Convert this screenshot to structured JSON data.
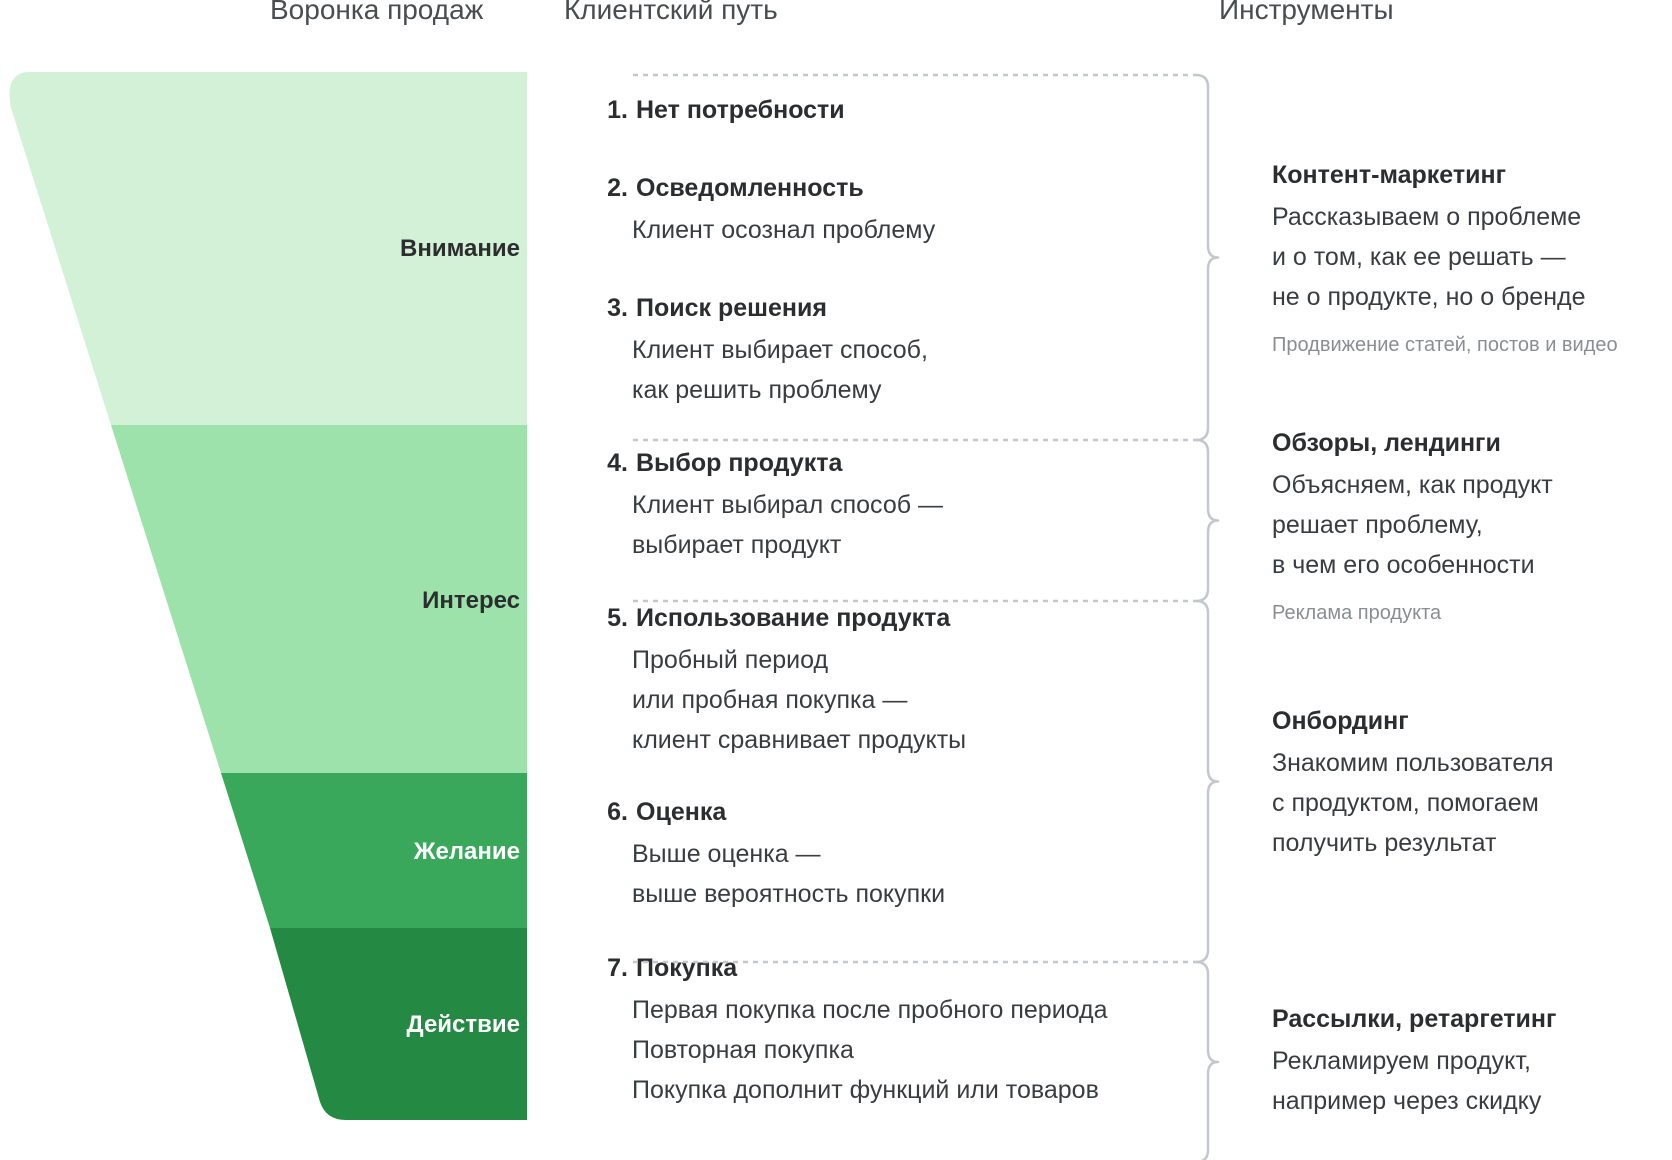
{
  "headers": {
    "funnel": "Воронка продаж",
    "journey": "Клиентский путь",
    "tools": "Инструменты"
  },
  "colors": {
    "attention": "#d3f1d6",
    "interest": "#9de2aa",
    "desire": "#3aa85b",
    "action": "#248a43",
    "brace": "#c4c8cc"
  },
  "funnel_stages": [
    {
      "label": "Внимание"
    },
    {
      "label": "Интерес"
    },
    {
      "label": "Желание"
    },
    {
      "label": "Действие"
    }
  ],
  "steps": [
    {
      "num": "1.",
      "title": "Нет потребности",
      "lines": []
    },
    {
      "num": "2.",
      "title": "Осведомленность",
      "lines": [
        "Клиент осознал проблему"
      ]
    },
    {
      "num": "3.",
      "title": "Поиск решения",
      "lines": [
        "Клиент выбирает способ,",
        "как решить проблему"
      ]
    },
    {
      "num": "4.",
      "title": "Выбор продукта",
      "lines": [
        "Клиент выбирал способ —",
        "выбирает продукт"
      ]
    },
    {
      "num": "5.",
      "title": "Использование продукта",
      "lines": [
        "Пробный период",
        "или пробная покупка —",
        "клиент сравнивает продукты"
      ]
    },
    {
      "num": "6.",
      "title": "Оценка",
      "lines": [
        "Выше оценка —",
        "выше вероятность покупки"
      ]
    },
    {
      "num": "7.",
      "title": "Покупка",
      "lines": [
        "Первая покупка после пробного периода",
        "Повторная покупка",
        "Покупка дополнит функций или товаров"
      ]
    }
  ],
  "tools": [
    {
      "title": "Контент-маркетинг",
      "lines": [
        "Рассказываем о проблеме",
        "и о том, как ее решать —",
        "не о продукте, но о бренде"
      ],
      "note": "Продвижение статей, постов и видео"
    },
    {
      "title": "Обзоры, лендинги",
      "lines": [
        "Объясняем, как продукт",
        "решает проблему,",
        "в чем его особенности"
      ],
      "note": "Реклама продукта"
    },
    {
      "title": "Онбординг",
      "lines": [
        "Знакомим пользователя",
        "с продуктом, помогаем",
        "получить результат"
      ],
      "note": ""
    },
    {
      "title": "Рассылки, ретаргетинг",
      "lines": [
        "Рекламируем продукт,",
        "например через скидку"
      ],
      "note": ""
    }
  ]
}
